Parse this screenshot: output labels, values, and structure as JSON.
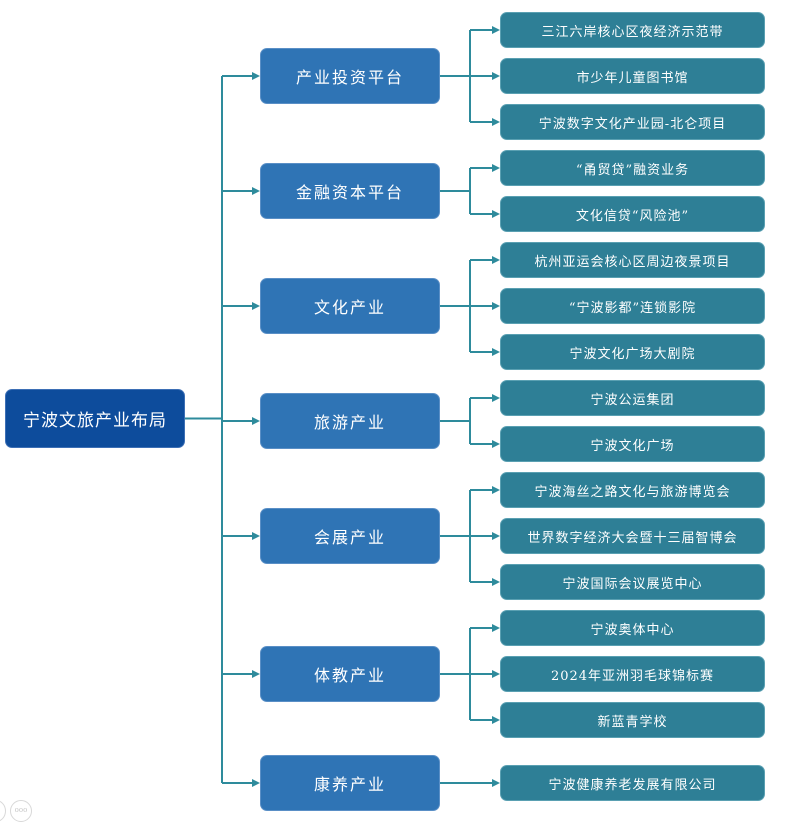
{
  "title": "宁波文旅产业布局",
  "colors": {
    "root": "#0d4c9c",
    "mid": "#2f74b5",
    "leaf": "#2e7f96",
    "connector": "#2e8b9c"
  },
  "root": {
    "label": "宁波文旅产业布局"
  },
  "categories": [
    {
      "label": "产业投资平台",
      "items": [
        "三江六岸核心区夜经济示范带",
        "市少年儿童图书馆",
        "宁波数字文化产业园-北仑项目"
      ]
    },
    {
      "label": "金融资本平台",
      "items": [
        "“甬贸贷”融资业务",
        "文化信贷“风险池”"
      ]
    },
    {
      "label": "文化产业",
      "items": [
        "杭州亚运会核心区周边夜景项目",
        "“宁波影都”连锁影院",
        "宁波文化广场大剧院"
      ]
    },
    {
      "label": "旅游产业",
      "items": [
        "宁波公运集团",
        "宁波文化广场"
      ]
    },
    {
      "label": "会展产业",
      "items": [
        "宁波海丝之路文化与旅游博览会",
        "世界数字经济大会暨十三届智博会",
        "宁波国际会议展览中心"
      ]
    },
    {
      "label": "体教产业",
      "items": [
        "宁波奥体中心",
        "2024年亚洲羽毛球锦标赛",
        "新蓝青学校"
      ]
    },
    {
      "label": "康养产业",
      "items": [
        "宁波健康养老发展有限公司"
      ]
    }
  ],
  "footer": {
    "icons": [
      "more-options-icon"
    ],
    "icon_glyph": "ooo"
  }
}
